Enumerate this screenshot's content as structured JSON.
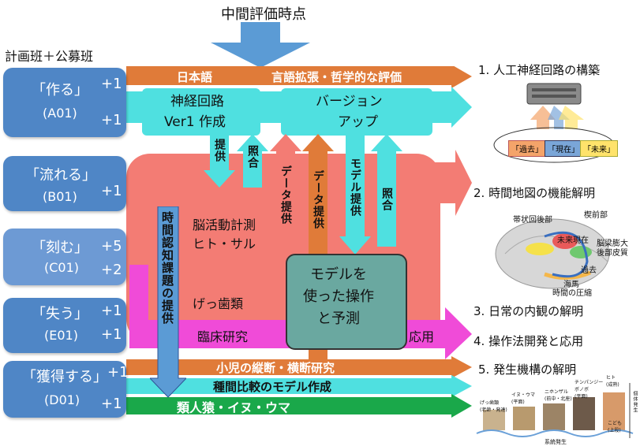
{
  "header": {
    "midterm_label": "中間評価時点",
    "teams_heading": "計画班＋公募班"
  },
  "teams": [
    {
      "name": "「作る」",
      "code": "(A01)",
      "counts": [
        "+1",
        "+1"
      ]
    },
    {
      "name": "「流れる」",
      "code": "(B01)",
      "counts": [
        "+1"
      ]
    },
    {
      "name": "「刻む」",
      "code": "(C01)",
      "counts": [
        "+5",
        "+2"
      ]
    },
    {
      "name": "「失う」",
      "code": "(E01)",
      "counts": [
        "+1",
        "+1"
      ]
    },
    {
      "name": "「獲得する」",
      "code": "(D01)",
      "counts": [
        "+1",
        "+1"
      ]
    }
  ],
  "flows": {
    "japanese": "日本語",
    "language_ext": "言語拡張・哲学的な評価",
    "neural_v1_line1": "神経回路",
    "neural_v1_line2": "Ver1 作成",
    "version_up_line1": "バージョン",
    "version_up_line2": "アップ",
    "provide": "提供",
    "reference": "照合",
    "data_provide": "データ提供",
    "model_provide": "モデル提供",
    "reference2": "照合",
    "brain_line1": "脳活動計測",
    "brain_line2": "ヒト・サル",
    "rodents": "げっ歯類",
    "time_cognition": "時間認知課題の提供",
    "model_op_line1": "モデルを",
    "model_op_line2": "使った操作",
    "model_op_line3": "と予測",
    "clinical": "臨床研究",
    "application": "応用",
    "child_study": "小児の縦断・横断研究",
    "species_compare": "種間比較のモデル作成",
    "primates": "類人猿・イヌ・ウマ"
  },
  "goals": [
    "1. 人工神経回路の構築",
    "2. 時間地図の機能解明",
    "3. 日常の内観の解明",
    "4. 操作法開発と応用",
    "5. 発生機構の解明"
  ],
  "figure1": {
    "past": "「過去」",
    "present": "「現在」",
    "future": "「未来」"
  },
  "figure2": {
    "region1": "帯状回後部",
    "region2": "楔前部",
    "future": "未来",
    "present": "現在",
    "region3": "脳梁膨大",
    "region4": "後部皮質",
    "past": "過去",
    "hippocampus": "海馬",
    "compression": "時間の圧縮"
  },
  "figure5": {
    "animals": [
      "げっ歯類\n(老齢・発達)",
      "イヌ・ウマ\n(平面)",
      "ニホンザル\n(前中・北座)",
      "チンパンジー\nボノボ\n(平面)",
      "ヒト\n(成熟)"
    ],
    "child": "こども\n(上段)",
    "axis_label": "系統発生",
    "vertical_label": "個体発生"
  },
  "colors": {
    "team_blue": "#4f86c6",
    "orange": "#e07b39",
    "cyan": "#4fe0e0",
    "salmon": "#f37c74",
    "magenta": "#f04bd8",
    "green": "#1aa84a",
    "teal_box": "#6aa8a0",
    "arrow_blue": "#5b9bd5"
  }
}
